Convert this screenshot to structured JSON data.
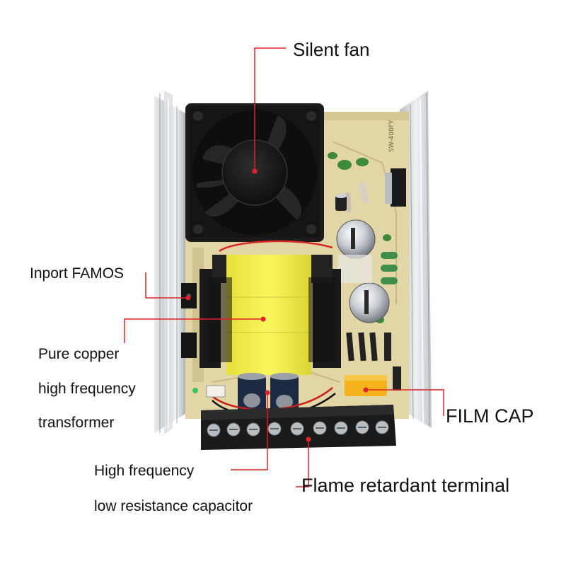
{
  "callouts": {
    "fan": "Silent fan",
    "famos": "Inport FAMOS",
    "transformer": [
      "Pure copper",
      "high frequency",
      "transformer"
    ],
    "film_cap": "FILM CAP",
    "capacitor": [
      "High frequency",
      "low resistance capacitor"
    ],
    "terminal": "Flame retardant terminal"
  },
  "colors": {
    "callout_line": "#e0202a",
    "heatsink": "#c9ccd0",
    "pcb": "#e2d5a4",
    "transformer_core": "#f2ee45",
    "fan": "#1c1c1c",
    "terminal_block": "#1a1a1a",
    "film_cap": "#f3b41c"
  }
}
